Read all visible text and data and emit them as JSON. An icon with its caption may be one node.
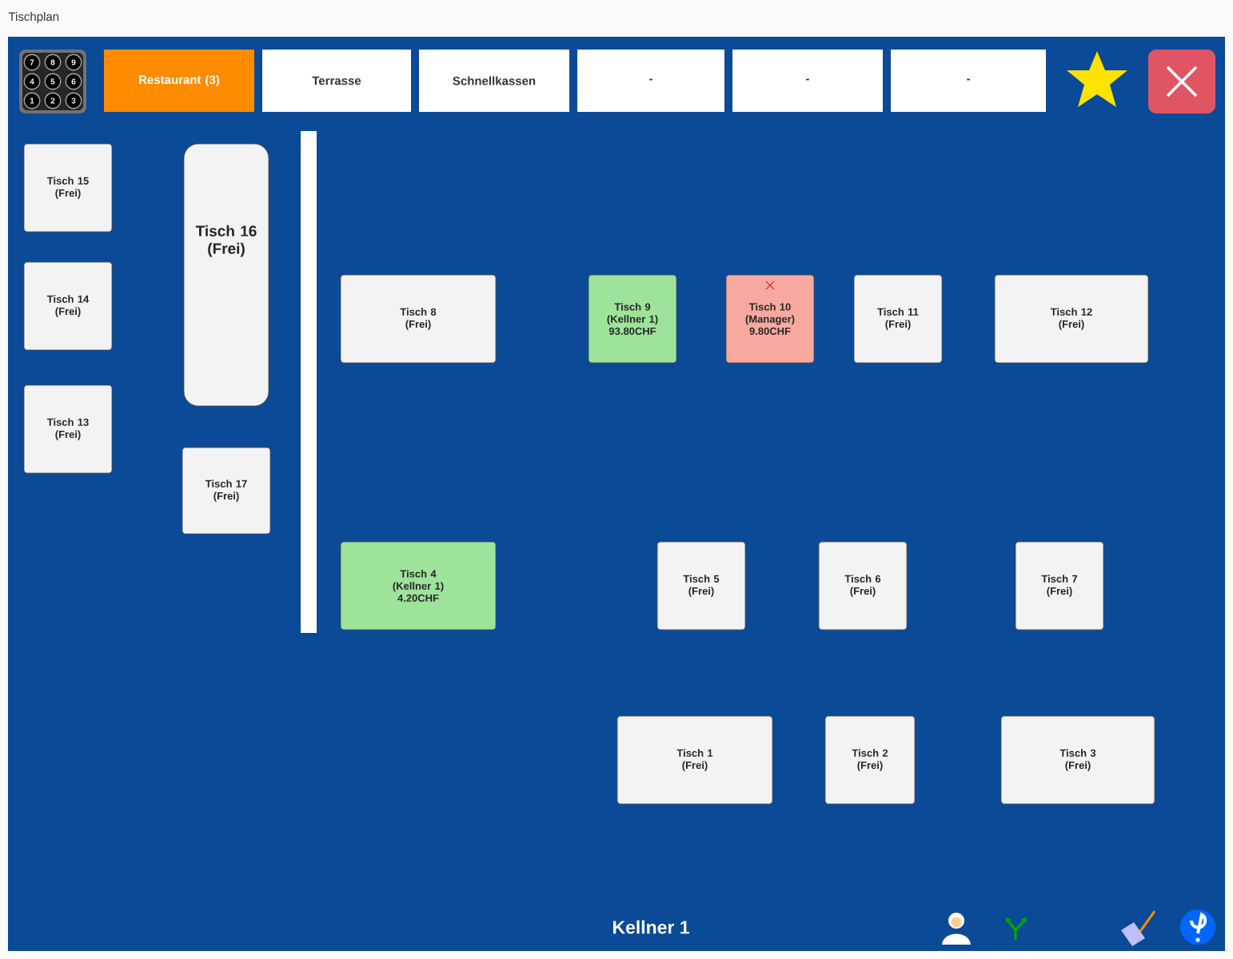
{
  "diagram": {
    "title": "Tischplan",
    "nodes": [
      {
        "text": [
          "Restaurant (3)"
        ]
      },
      {
        "text": [
          "Terrasse"
        ]
      },
      {
        "text": [
          "Schnellkassen"
        ]
      },
      {
        "text": [
          "-"
        ]
      },
      {
        "text": [
          "-"
        ]
      },
      {
        "text": [
          "-"
        ]
      },
      {
        "text": [
          "Tisch 15",
          "(Frei)"
        ]
      },
      {
        "text": [
          "Tisch 16",
          "(Frei)"
        ]
      },
      {
        "text": [
          "Tisch 14",
          "(Frei)"
        ]
      },
      {
        "text": [
          "Tisch 8",
          "(Frei)"
        ]
      },
      {
        "text": [
          "Tisch 9",
          "(Kellner 1)",
          "93.80CHF"
        ]
      },
      {
        "text": [
          "Tisch 10",
          "(Manager)",
          "9.80CHF"
        ]
      },
      {
        "text": [
          "Tisch 11",
          "(Frei)"
        ]
      },
      {
        "text": [
          "Tisch 12",
          "(Frei)"
        ]
      },
      {
        "text": [
          "Tisch 13",
          "(Frei)"
        ]
      },
      {
        "text": [
          "Tisch 17",
          "(Frei)"
        ]
      },
      {
        "text": [
          "Tisch 4",
          "(Kellner 1)",
          "4.20CHF"
        ]
      },
      {
        "text": [
          "Tisch 5",
          "(Frei)"
        ]
      },
      {
        "text": [
          "Tisch 6",
          "(Frei)"
        ]
      },
      {
        "text": [
          "Tisch 7",
          "(Frei)"
        ]
      },
      {
        "text": [
          "Tisch 1",
          "(Frei)"
        ]
      },
      {
        "text": [
          "Tisch 2",
          "(Frei)"
        ]
      },
      {
        "text": [
          "Tisch 3",
          "(Frei)"
        ]
      }
    ],
    "labels": [
      "7",
      "8",
      "9",
      "4",
      "5",
      "6",
      "1",
      "2",
      "3",
      "Kellner 1"
    ]
  }
}
